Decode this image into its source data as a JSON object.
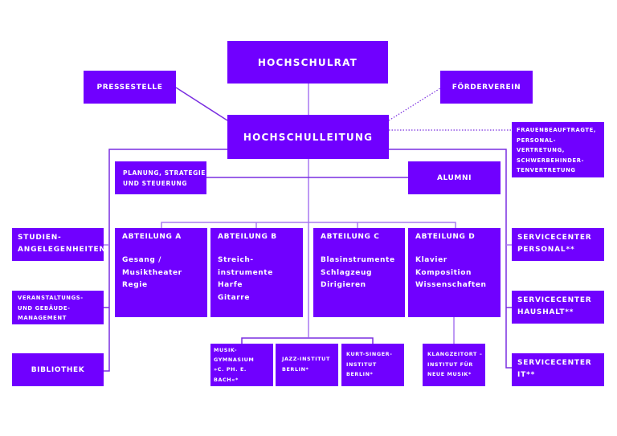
{
  "colors": {
    "box": "#7000ff",
    "line": "#7a2ee0",
    "line_light": "#a878f0",
    "text": "#ffffff"
  },
  "top": {
    "hochschulrat": "HOCHSCHULRAT",
    "hochschulleitung": "HOCHSCHULLEITUNG",
    "pressestelle": "PRESSESTELLE",
    "foerderverein": "FÖRDERVEREIN",
    "gleichstellung": [
      "FRAUENBEAUFTRAGTE,",
      "PERSONAL-",
      "VERTRETUNG,",
      "SCHWERBEHINDER-",
      "TENVERTRETUNG"
    ],
    "planung": [
      "PLANUNG, STRATEGIE",
      "UND STEUERUNG"
    ],
    "alumni": "ALUMNI"
  },
  "left": {
    "studien": [
      "STUDIEN-",
      "ANGELEGENHEITEN"
    ],
    "veranstaltung": [
      "VERANSTALTUNGS-",
      "UND GEBÄUDE-",
      "MANAGEMENT"
    ],
    "bibliothek": "BIBLIOTHEK"
  },
  "right": {
    "personal": [
      "SERVICECENTER",
      "PERSONAL**"
    ],
    "haushalt": [
      "SERVICECENTER",
      "HAUSHALT**"
    ],
    "it": [
      "SERVICECENTER",
      "IT**"
    ]
  },
  "departments": [
    {
      "title": "ABTEILUNG A",
      "items": [
        "Gesang /",
        "Musiktheater",
        "Regie"
      ]
    },
    {
      "title": "ABTEILUNG B",
      "items": [
        "Streich-",
        "instrumente",
        "Harfe",
        "Gitarre"
      ]
    },
    {
      "title": "ABTEILUNG C",
      "items": [
        "Blasinstrumente",
        "Schlagzeug",
        "Dirigieren"
      ]
    },
    {
      "title": "ABTEILUNG D",
      "items": [
        "Klavier",
        "Komposition",
        "Wissenschaften"
      ]
    }
  ],
  "institutes": {
    "gymnasium": [
      "MUSIK-",
      "GYMNASIUM",
      "»C. PH. E.",
      "BACH«*"
    ],
    "jazz": [
      "JAZZ-INSTITUT",
      "BERLIN*"
    ],
    "kurt": [
      "KURT-SINGER-",
      "INSTITUT",
      "BERLIN*"
    ],
    "klangzeitort": [
      "KLANGZEITORT –",
      "INSTITUT FÜR",
      "NEUE MUSIK*"
    ]
  }
}
